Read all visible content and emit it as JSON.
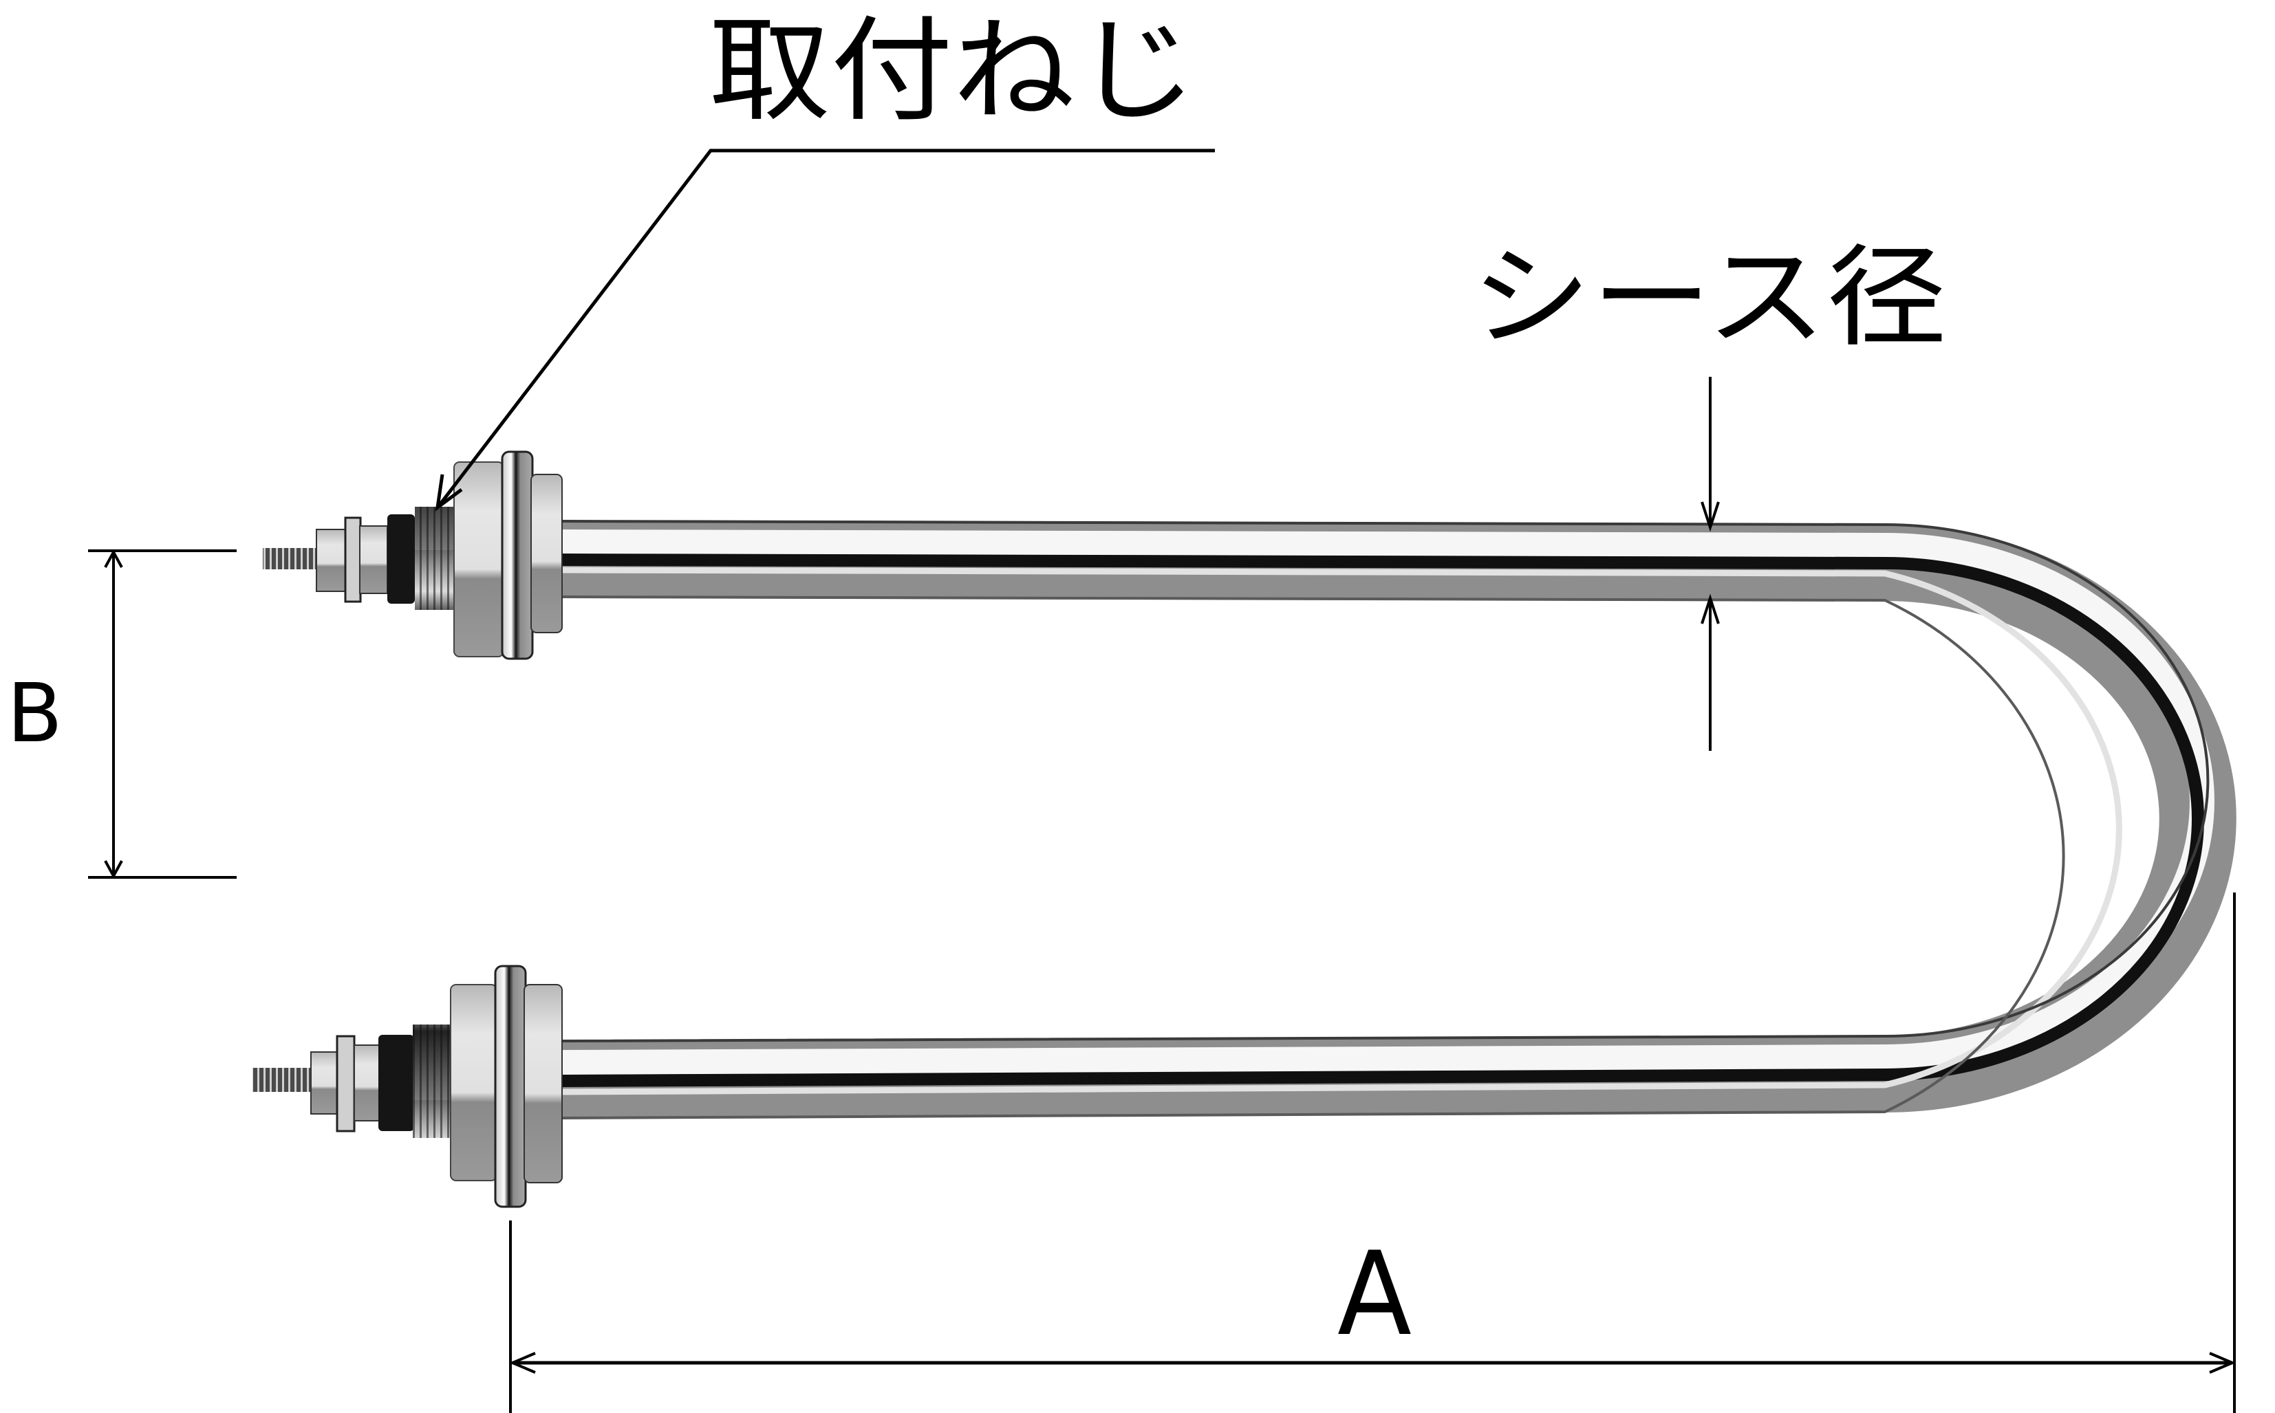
{
  "diagram": {
    "type": "U-shaped sheathed heater dimension drawing",
    "labels": {
      "mounting_thread": "取付ねじ",
      "sheath_diameter": "シース径",
      "dimension_a": "A",
      "dimension_b": "B"
    },
    "colors": {
      "background": "#ffffff",
      "line": "#000000",
      "metal_light": "#f4f4f4",
      "metal_mid": "#9a9a9a",
      "metal_dark": "#141414"
    }
  }
}
